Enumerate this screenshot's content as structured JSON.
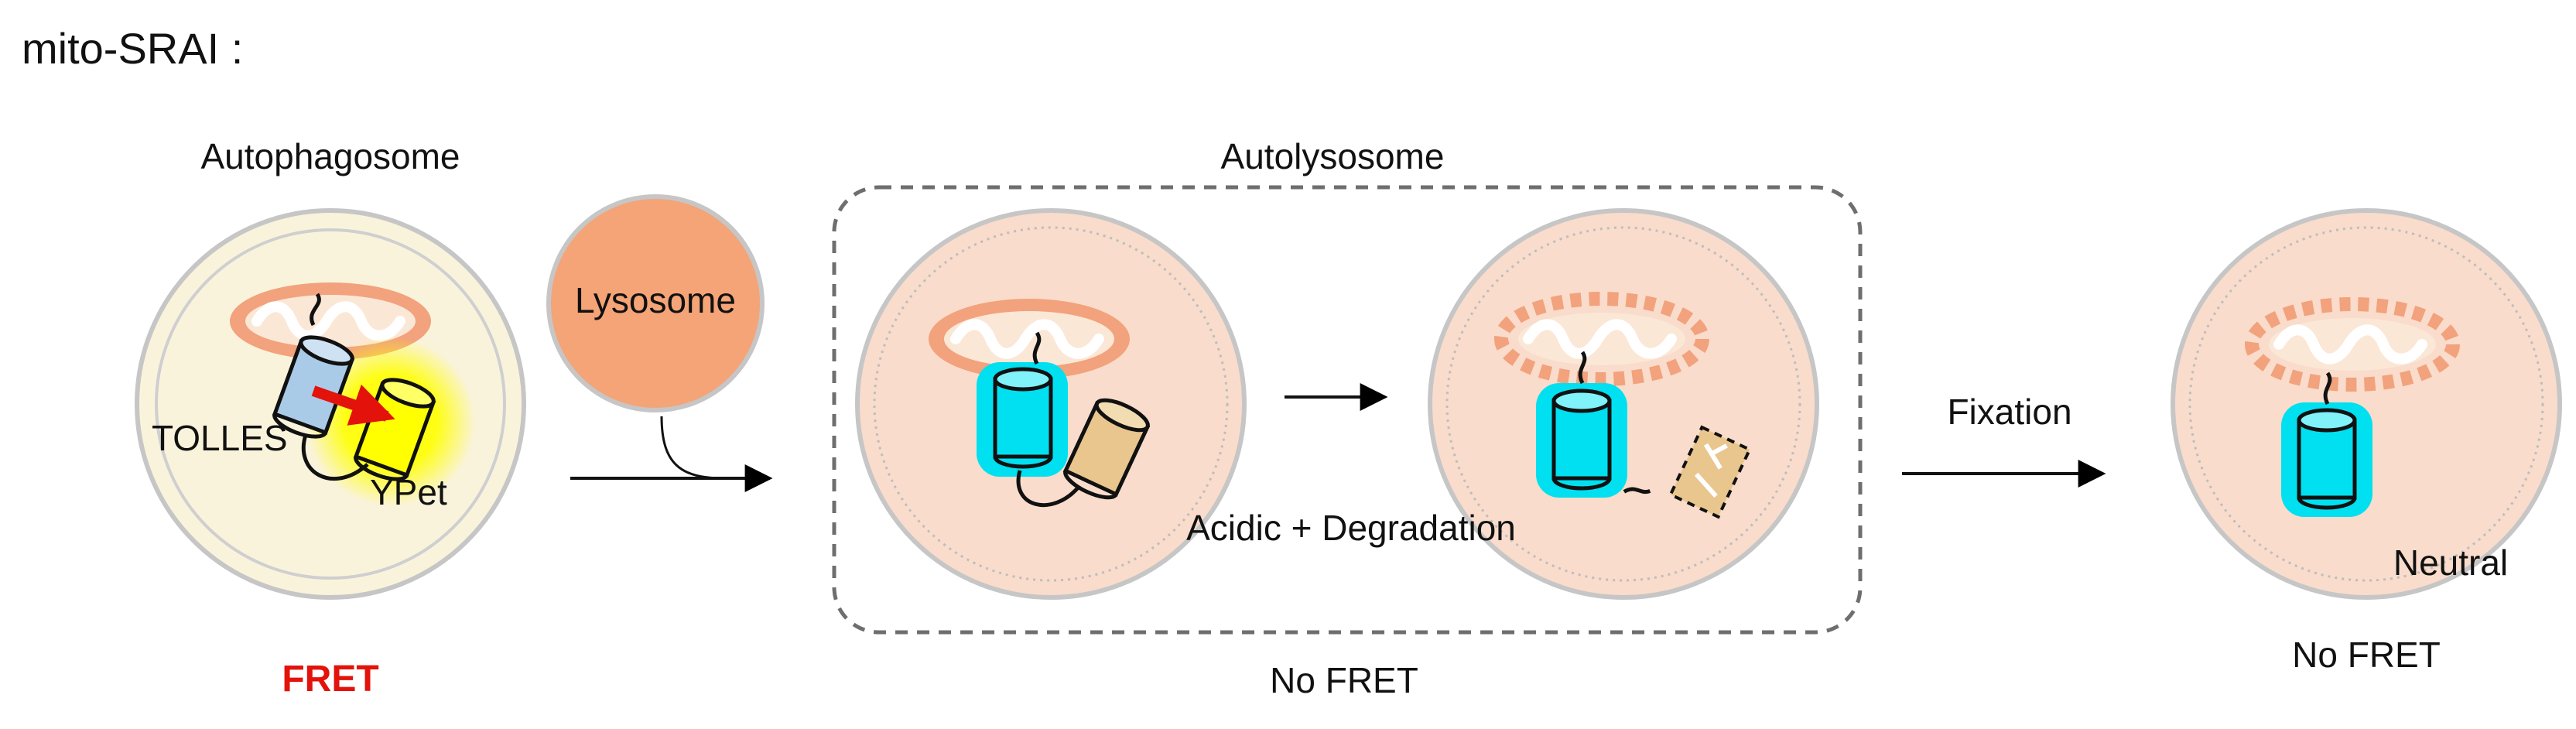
{
  "title": "mito-SRAI :",
  "stages": {
    "autophagosome": {
      "label": "Autophagosome",
      "donor_label": "TOLLES",
      "acceptor_label": "YPet",
      "result": "FRET"
    },
    "lysosome": {
      "label": "Lysosome"
    },
    "autolysosome": {
      "label": "Autolysosome",
      "condition": "Acidic + Degradation",
      "result": "No FRET"
    },
    "fixed": {
      "step": "Fixation",
      "condition": "Neutral",
      "result": "No FRET"
    }
  },
  "colors": {
    "cell_fill": "#f9dccb",
    "autophagosome_fill": "#faf3dc",
    "membrane_ring": "#bdbdbd",
    "lysosome_fill": "#f4a477",
    "mitochondria": "#f2a27c",
    "tolles_blue": "#aacbe8",
    "tolles_cyan": "#00e0f0",
    "ypet_yellow": "#ffff00",
    "ypet_degraded": "#e8c68e",
    "fret_arrow": "#e3120b",
    "fret_text": "#e3120b",
    "box_dash": "#6e6e6e"
  },
  "icons": [
    "mitochondrion-icon",
    "tolles-barrel-icon",
    "ypet-barrel-icon",
    "fret-arrow-icon",
    "degraded-protein-icon"
  ]
}
